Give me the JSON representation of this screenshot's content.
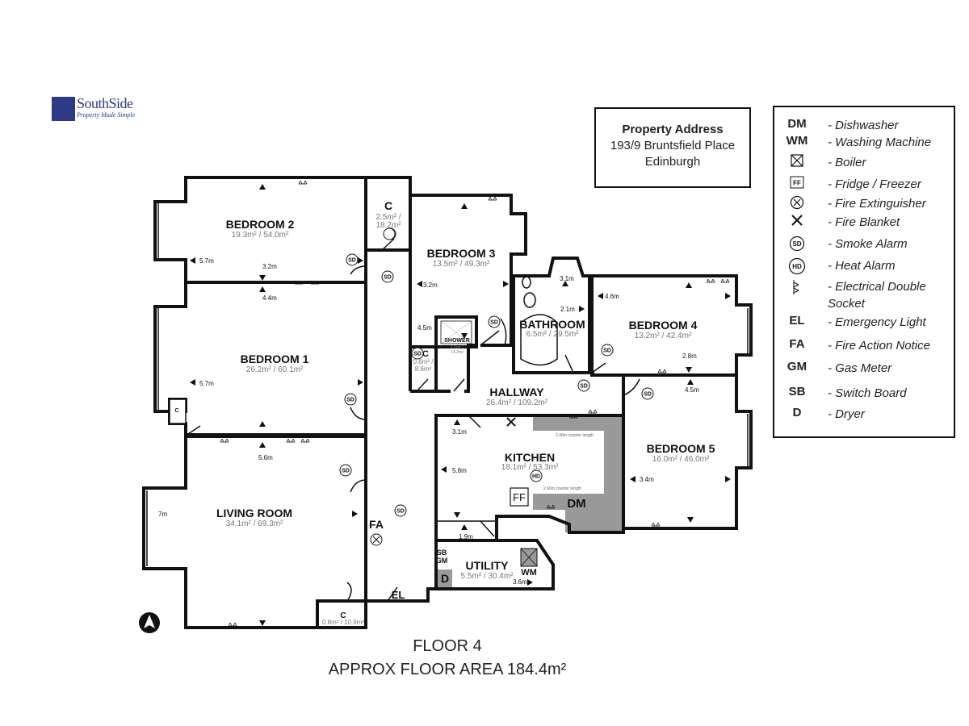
{
  "logo": {
    "name": "SouthSide",
    "tagline": "Property Made Simple"
  },
  "address": {
    "title": "Property Address",
    "line1": "193/9 Bruntsfield Place",
    "line2": "Edinburgh"
  },
  "legend": [
    {
      "symbol": "DM",
      "description": "- Dishwasher"
    },
    {
      "symbol": "WM",
      "description": "- Washing Machine"
    },
    {
      "symbol": "boiler-icon",
      "description": "- Boiler"
    },
    {
      "symbol": "FF",
      "description": "- Fridge / Freezer"
    },
    {
      "symbol": "fire-extinguisher-icon",
      "description": "- Fire Extinguisher"
    },
    {
      "symbol": "fire-blanket-icon",
      "description": "- Fire Blanket"
    },
    {
      "symbol": "SD",
      "description": "- Smoke Alarm"
    },
    {
      "symbol": "HD",
      "description": "- Heat Alarm"
    },
    {
      "symbol": "double-socket-icon",
      "description": "- Electrical Double Socket"
    },
    {
      "symbol": "EL",
      "description": "- Emergency Light"
    },
    {
      "symbol": "FA",
      "description": "- Fire Action Notice"
    },
    {
      "symbol": "GM",
      "description": "- Gas Meter"
    },
    {
      "symbol": "SB",
      "description": "- Switch Board"
    },
    {
      "symbol": "D",
      "description": "- Dryer"
    }
  ],
  "rooms": {
    "bedroom2": {
      "name": "BEDROOM 2",
      "area": "19.3m² / 54.0m²"
    },
    "bedroom1": {
      "name": "BEDROOM 1",
      "area": "26.2m² / 60.1m²"
    },
    "living": {
      "name": "LIVING ROOM",
      "area": "34.1m² / 69.3m²"
    },
    "bedroom3": {
      "name": "BEDROOM 3",
      "area": "13.5m² / 49.3m²"
    },
    "bathroom": {
      "name": "BATHROOM",
      "area": "6.5m² / 29.5m²"
    },
    "bedroom4": {
      "name": "BEDROOM 4",
      "area": "13.2m² / 42.4m²"
    },
    "bedroom5": {
      "name": "BEDROOM 5",
      "area": "16.0m² / 46.0m²"
    },
    "hallway": {
      "name": "HALLWAY",
      "area": "26.4m² / 109.2m²"
    },
    "kitchen": {
      "name": "KITCHEN",
      "area": "18.1m² / 53.3m²"
    },
    "utility": {
      "name": "UTILITY",
      "area": "5.5m² / 30.4m²"
    },
    "cupboard_top": {
      "name": "C",
      "area1": "2.5m² /",
      "area2": "18.2m²"
    },
    "cupboard_small": {
      "name": "C",
      "area1": "0.6m² /",
      "area2": "8.6m²"
    },
    "cupboard_living": {
      "name": "C",
      "area": "0.8m² / 10.9m²"
    },
    "cupboard_bed1": {
      "name": "C"
    },
    "shower": {
      "name": "SHOWER",
      "area1": "1.5m² /",
      "area2": "14.2m²"
    }
  },
  "dimensions": {
    "bed2_w": "5.7m",
    "bed2_h": "3.2m",
    "bed1_h": "4.4m",
    "bed1_w": "5.7m",
    "living_h": "5.6m",
    "living_w": "7m",
    "bed3_w": "3.2m",
    "bed3_small": "4.5m",
    "bath_w": "3.1m",
    "bath_h": "2.1m",
    "bed4_w": "4.6m",
    "bed4_h": "2.8m",
    "bed5_h": "4.5m",
    "bed5_w": "3.4m",
    "kitchen_h": "3.1m",
    "kitchen_w": "5.8m",
    "utility_h": "1.9m",
    "utility_w": "3.6m",
    "counter_top": "2.48m counter length",
    "counter_bottom": "2.60m counter length"
  },
  "symbols": {
    "sd": "SD",
    "hd": "HD",
    "ff": "FF",
    "dm": "DM",
    "wm": "WM",
    "fa": "FA",
    "el": "EL",
    "sb": "SB",
    "gm": "GM",
    "d": "D"
  },
  "floor": {
    "title": "FLOOR 4",
    "area": "APPROX FLOOR AREA 184.4m²"
  }
}
